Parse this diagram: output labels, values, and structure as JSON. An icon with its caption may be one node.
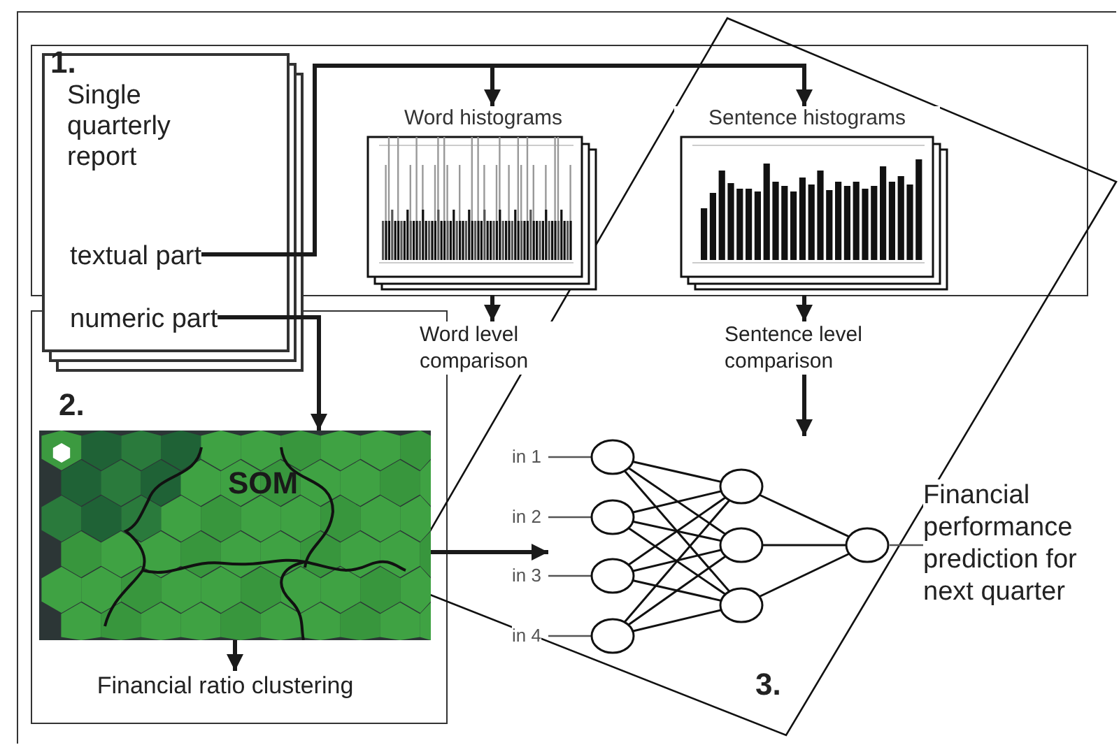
{
  "diagram": {
    "nodes": [
      {
        "text": [
          "Single quarterly report"
        ]
      },
      {
        "text": [
          "textual part"
        ],
        "in": 0
      },
      {
        "text": [
          "numeric part"
        ],
        "in": 0
      },
      {
        "text": [
          "Word histograms"
        ]
      },
      {
        "text": [
          "Sentence histograms"
        ]
      },
      {
        "text": [
          "Word level comparison"
        ]
      },
      {
        "text": [
          "Sentence level comparison"
        ]
      },
      {
        "text": [
          "SOM"
        ]
      },
      {
        "text": [
          "Financial ratio clustering"
        ]
      },
      {
        "text": [],
        "shape": "picture"
      },
      {
        "text": [
          "Financial performance prediction for next quarter"
        ]
      }
    ],
    "edges": [
      {
        "from": 1,
        "to": 3,
        "arrow": "to"
      },
      {
        "from": 1,
        "to": 4,
        "arrow": "to"
      },
      {
        "from": 2,
        "to": 7,
        "arrow": "to"
      },
      {
        "from": 3,
        "to": 5,
        "arrow": "to"
      },
      {
        "from": 4,
        "to": 6,
        "arrow": "to"
      },
      {
        "from": 6,
        "to": 9,
        "arrow": "to"
      },
      {
        "from": 7,
        "to": 9,
        "arrow": "to"
      },
      {
        "from": 7,
        "to": 8,
        "arrow": "to"
      },
      {
        "from": 9,
        "to": 10,
        "arrow": "none"
      }
    ],
    "labels": [
      "1.",
      "2.",
      "3.",
      "in 1",
      "in 2",
      "in 3",
      "in 4"
    ]
  }
}
